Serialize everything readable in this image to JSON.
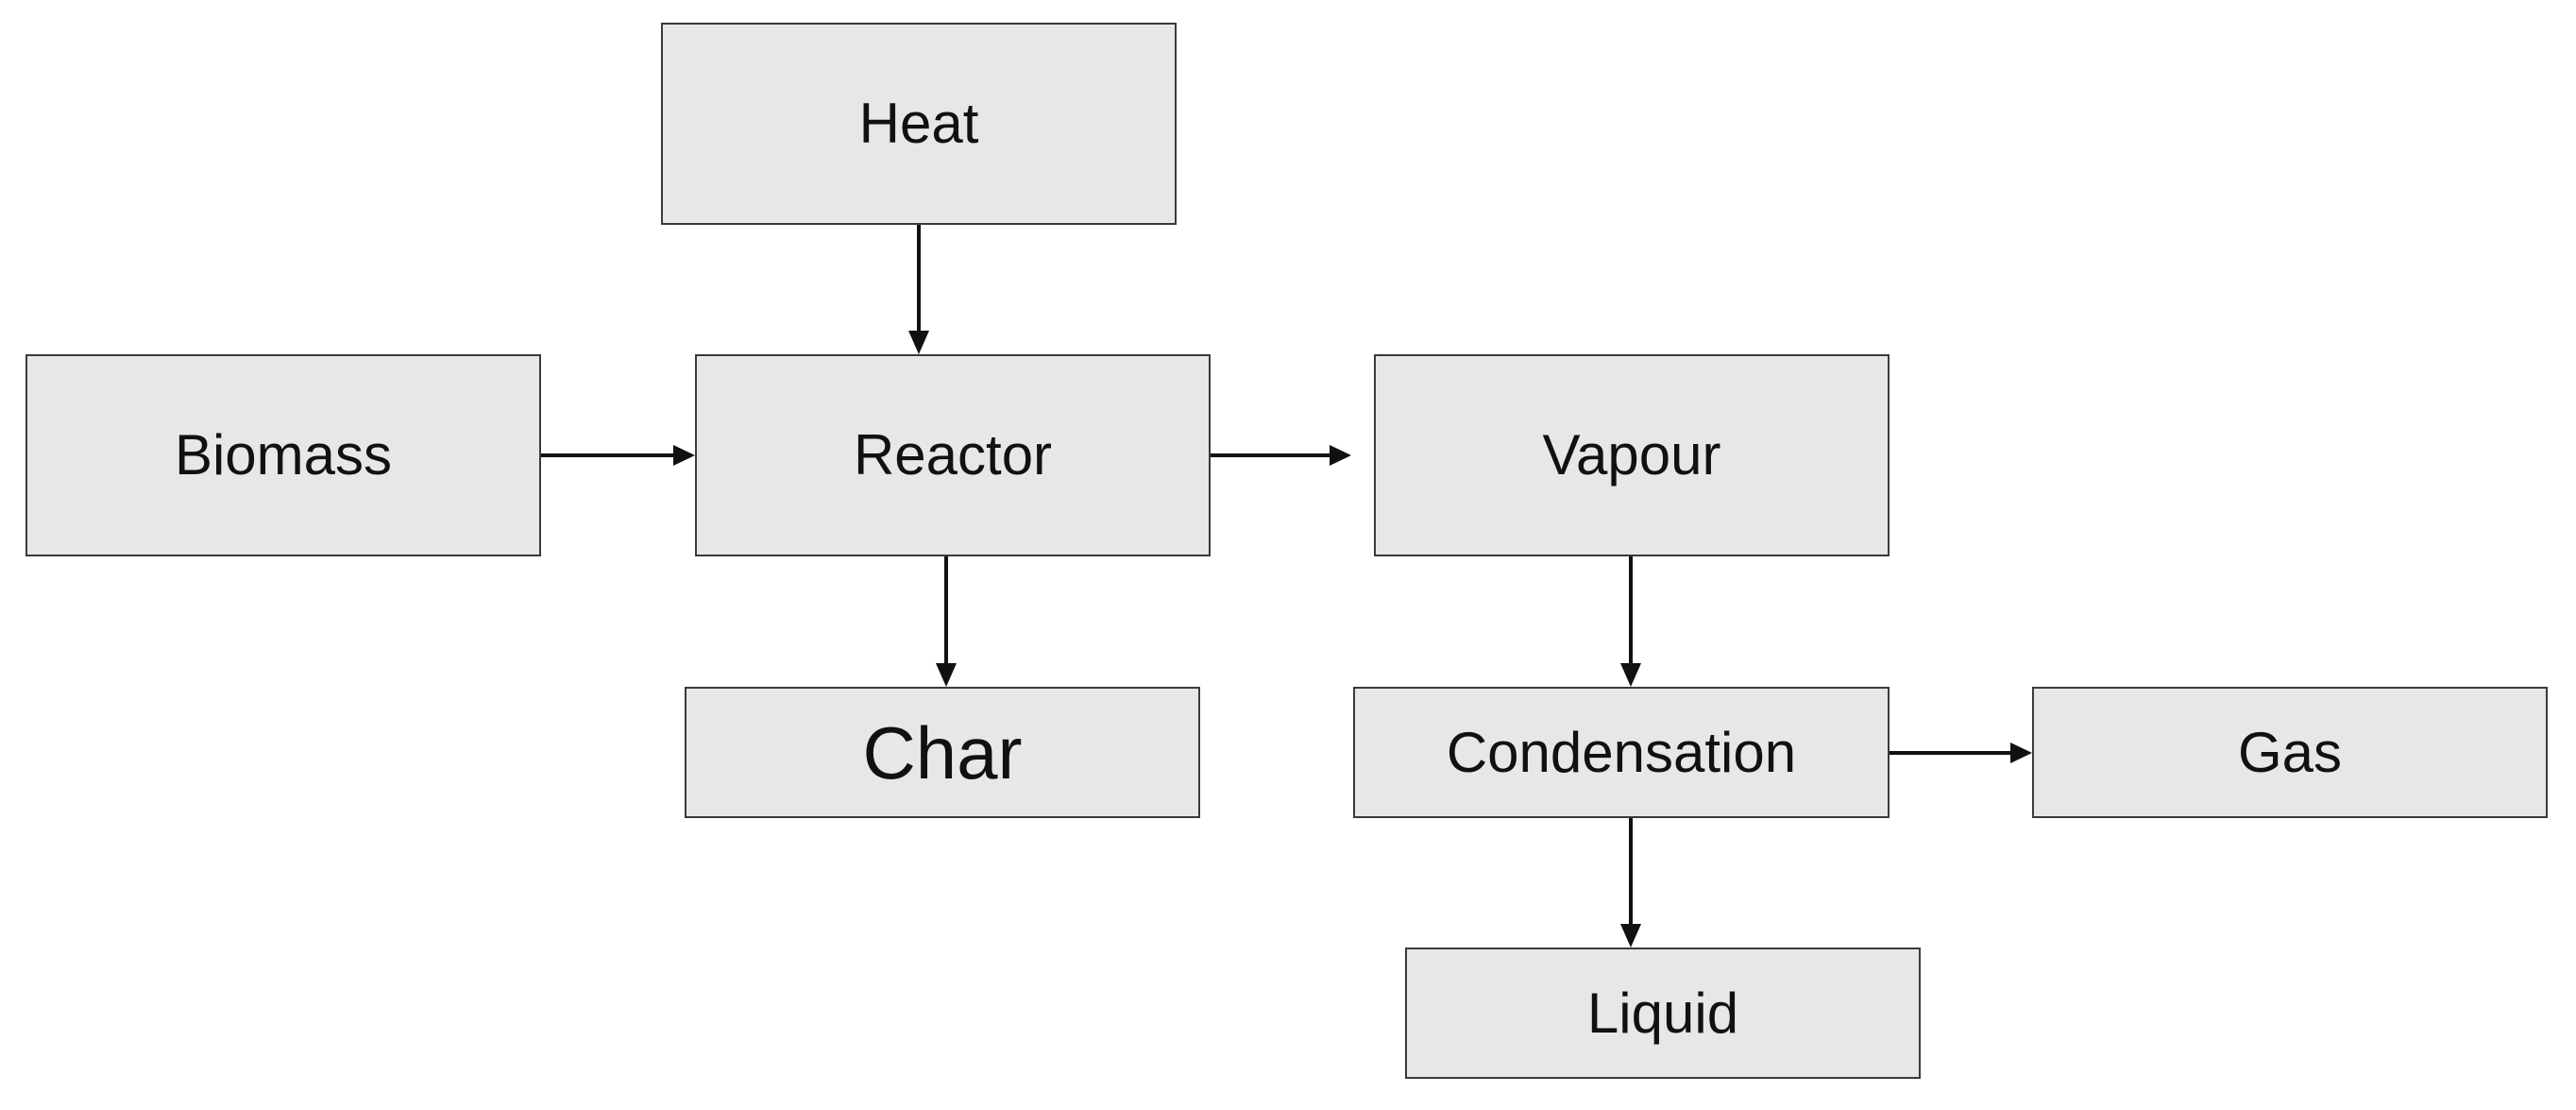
{
  "nodes": {
    "heat": "Heat",
    "biomass": "Biomass",
    "reactor": "Reactor",
    "vapour": "Vapour",
    "char": "Char",
    "condensation": "Condensation",
    "gas": "Gas",
    "liquid": "Liquid"
  },
  "edges": [
    {
      "from": "heat",
      "to": "reactor"
    },
    {
      "from": "biomass",
      "to": "reactor"
    },
    {
      "from": "reactor",
      "to": "vapour"
    },
    {
      "from": "reactor",
      "to": "char"
    },
    {
      "from": "vapour",
      "to": "condensation"
    },
    {
      "from": "condensation",
      "to": "gas"
    },
    {
      "from": "condensation",
      "to": "liquid"
    }
  ],
  "colors": {
    "node_fill": "#e6e7e8",
    "node_border": "#3a3a3a",
    "arrow": "#111111"
  }
}
